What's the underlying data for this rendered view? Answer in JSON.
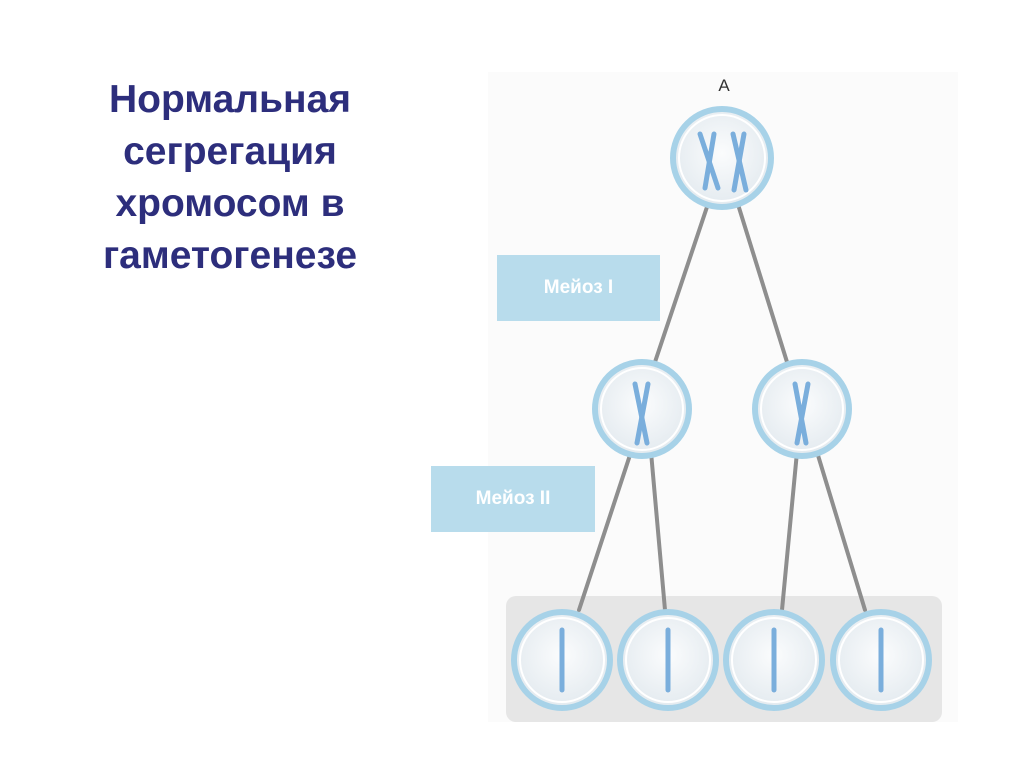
{
  "title": {
    "lines": [
      "Нормальная",
      "сегрегация",
      "хромосом в",
      "гаметогенезе"
    ]
  },
  "diagram": {
    "panel_letter": "A",
    "stages": {
      "meiosis1": "Мейоз I",
      "meiosis2": "Мейоз II"
    },
    "colors": {
      "title": "#2d2e7c",
      "label_fill": "#b8dcec",
      "cell_fill": "#eef2f5",
      "cell_ring": "#a7d2e8",
      "chromosome": "#7aaedc",
      "connector": "#8e8e8e",
      "tray": "#e6e6e6"
    }
  }
}
